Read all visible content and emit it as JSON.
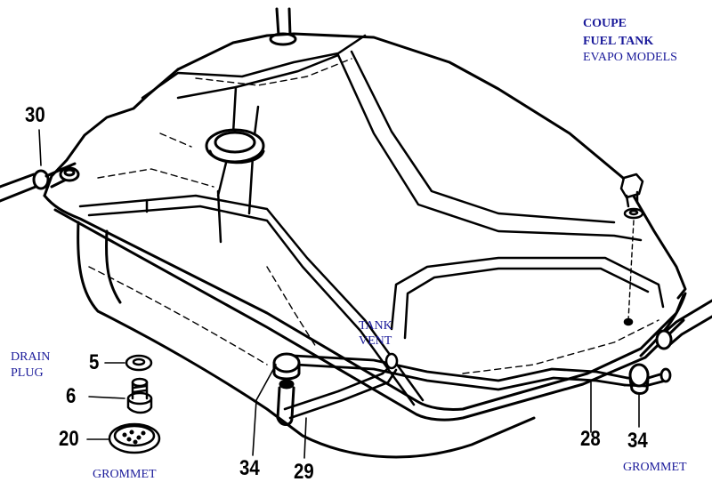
{
  "title": {
    "line1": "COUPE",
    "line2": "FUEL TANK",
    "line3": "EVAPO MODELS"
  },
  "captions": {
    "drain_plug_1": "DRAIN",
    "drain_plug_2": "PLUG",
    "tank_vent_1": "TANK",
    "tank_vent_2": "VENT",
    "grommet_left": "GROMMET",
    "grommet_right": "GROMMET"
  },
  "callouts": {
    "c30": "30",
    "c5": "5",
    "c6": "6",
    "c20": "20",
    "c34_left": "34",
    "c29": "29",
    "c28": "28",
    "c34_right": "34"
  },
  "colors": {
    "ink": "#000000",
    "caption": "#1a1a9a"
  }
}
